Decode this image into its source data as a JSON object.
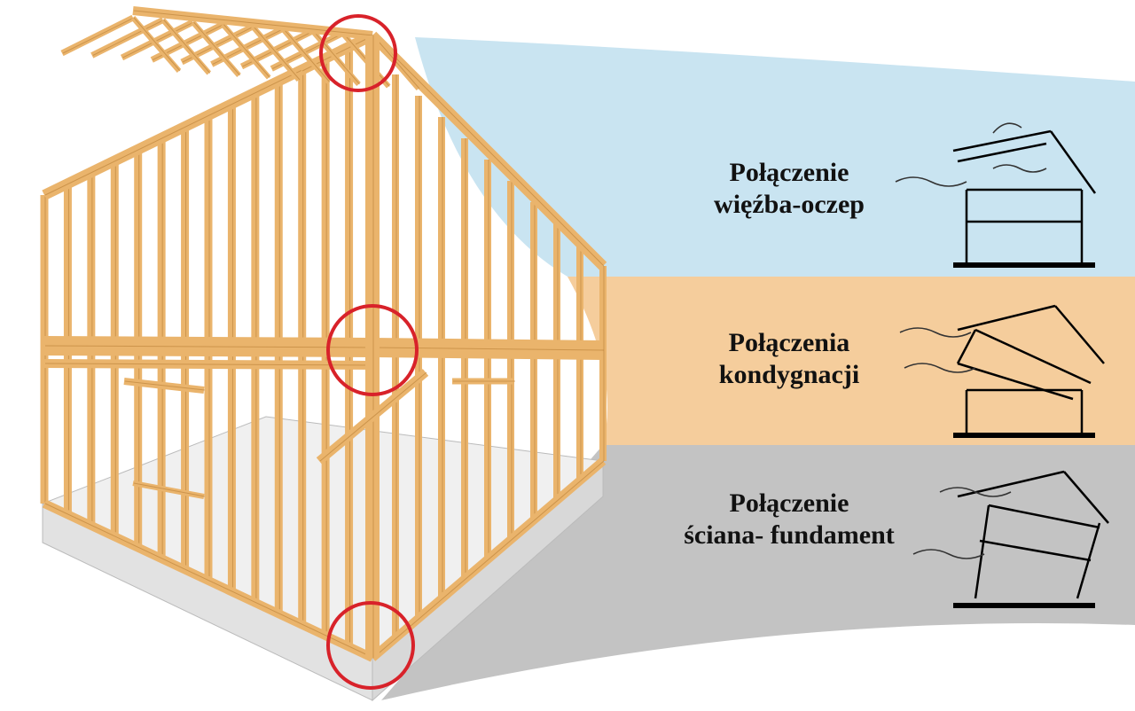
{
  "colors": {
    "band_roof": "#c9e4f1",
    "band_floor": "#f5cd9c",
    "band_foundation": "#c3c3c3",
    "timber": "#eab46c",
    "timber_edge": "#b97f36",
    "highlight_circle": "#d8222a",
    "foundation_slab": "#f0f0f0"
  },
  "panels": [
    {
      "id": "roof",
      "line1": "Połączenie",
      "line2": "więźba-oczep",
      "icon": "roof-uplift-icon"
    },
    {
      "id": "floor",
      "line1": "Połączenia",
      "line2": "kondygnacji",
      "icon": "story-separation-icon"
    },
    {
      "id": "foundation",
      "line1": "Połączenie",
      "line2": "ściana- fundament",
      "icon": "wall-foundation-shift-icon"
    }
  ],
  "illustration": {
    "subject": "timber-frame-house-icon",
    "highlights": [
      "roof-connection-circle",
      "floor-connection-circle",
      "foundation-connection-circle"
    ]
  }
}
